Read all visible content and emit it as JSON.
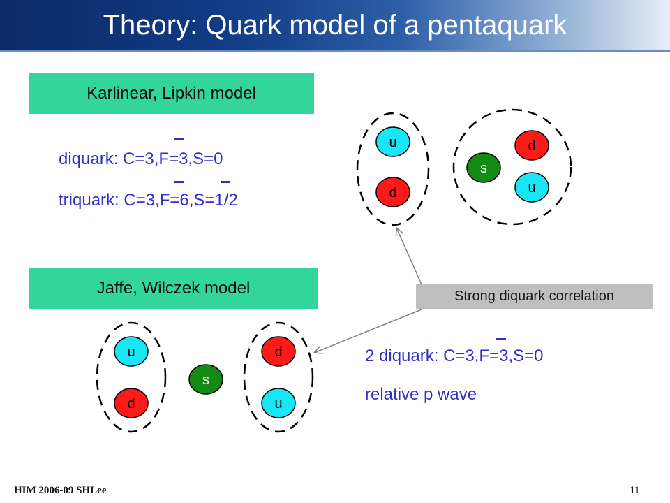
{
  "slide": {
    "title": "Theory: Quark model of a pentaquark",
    "footer_left": "HIM 2006-09 SHLee",
    "page_number": "11"
  },
  "karliner_lipkin": {
    "model_label": "Karlinear, Lipkin model",
    "diquark_line": "diquark: C=3,F=3,S=0",
    "triquark_line": "triquark: C=3,F=6,S=1/2",
    "diquark_cluster": [
      "u",
      "d"
    ],
    "triquark_cluster": [
      "d",
      "s",
      "u"
    ]
  },
  "jaffe_wilczek": {
    "model_label": "Jaffe, Wilczek model",
    "left_diquark": [
      "u",
      "d"
    ],
    "middle_quark": "s",
    "right_diquark": [
      "d",
      "u"
    ],
    "diquark_line": "2 diquark: C=3,F=3,S=0",
    "wave_line": "relative p wave"
  },
  "annotation": {
    "label": "Strong diquark correlation"
  },
  "colors": {
    "u_quark": "#19e6f5",
    "d_quark": "#ff1a1a",
    "s_quark": "#138a13",
    "text_blue": "#3030c8",
    "model_box": "#33d69a",
    "annotation_box": "#bfbfbf"
  }
}
